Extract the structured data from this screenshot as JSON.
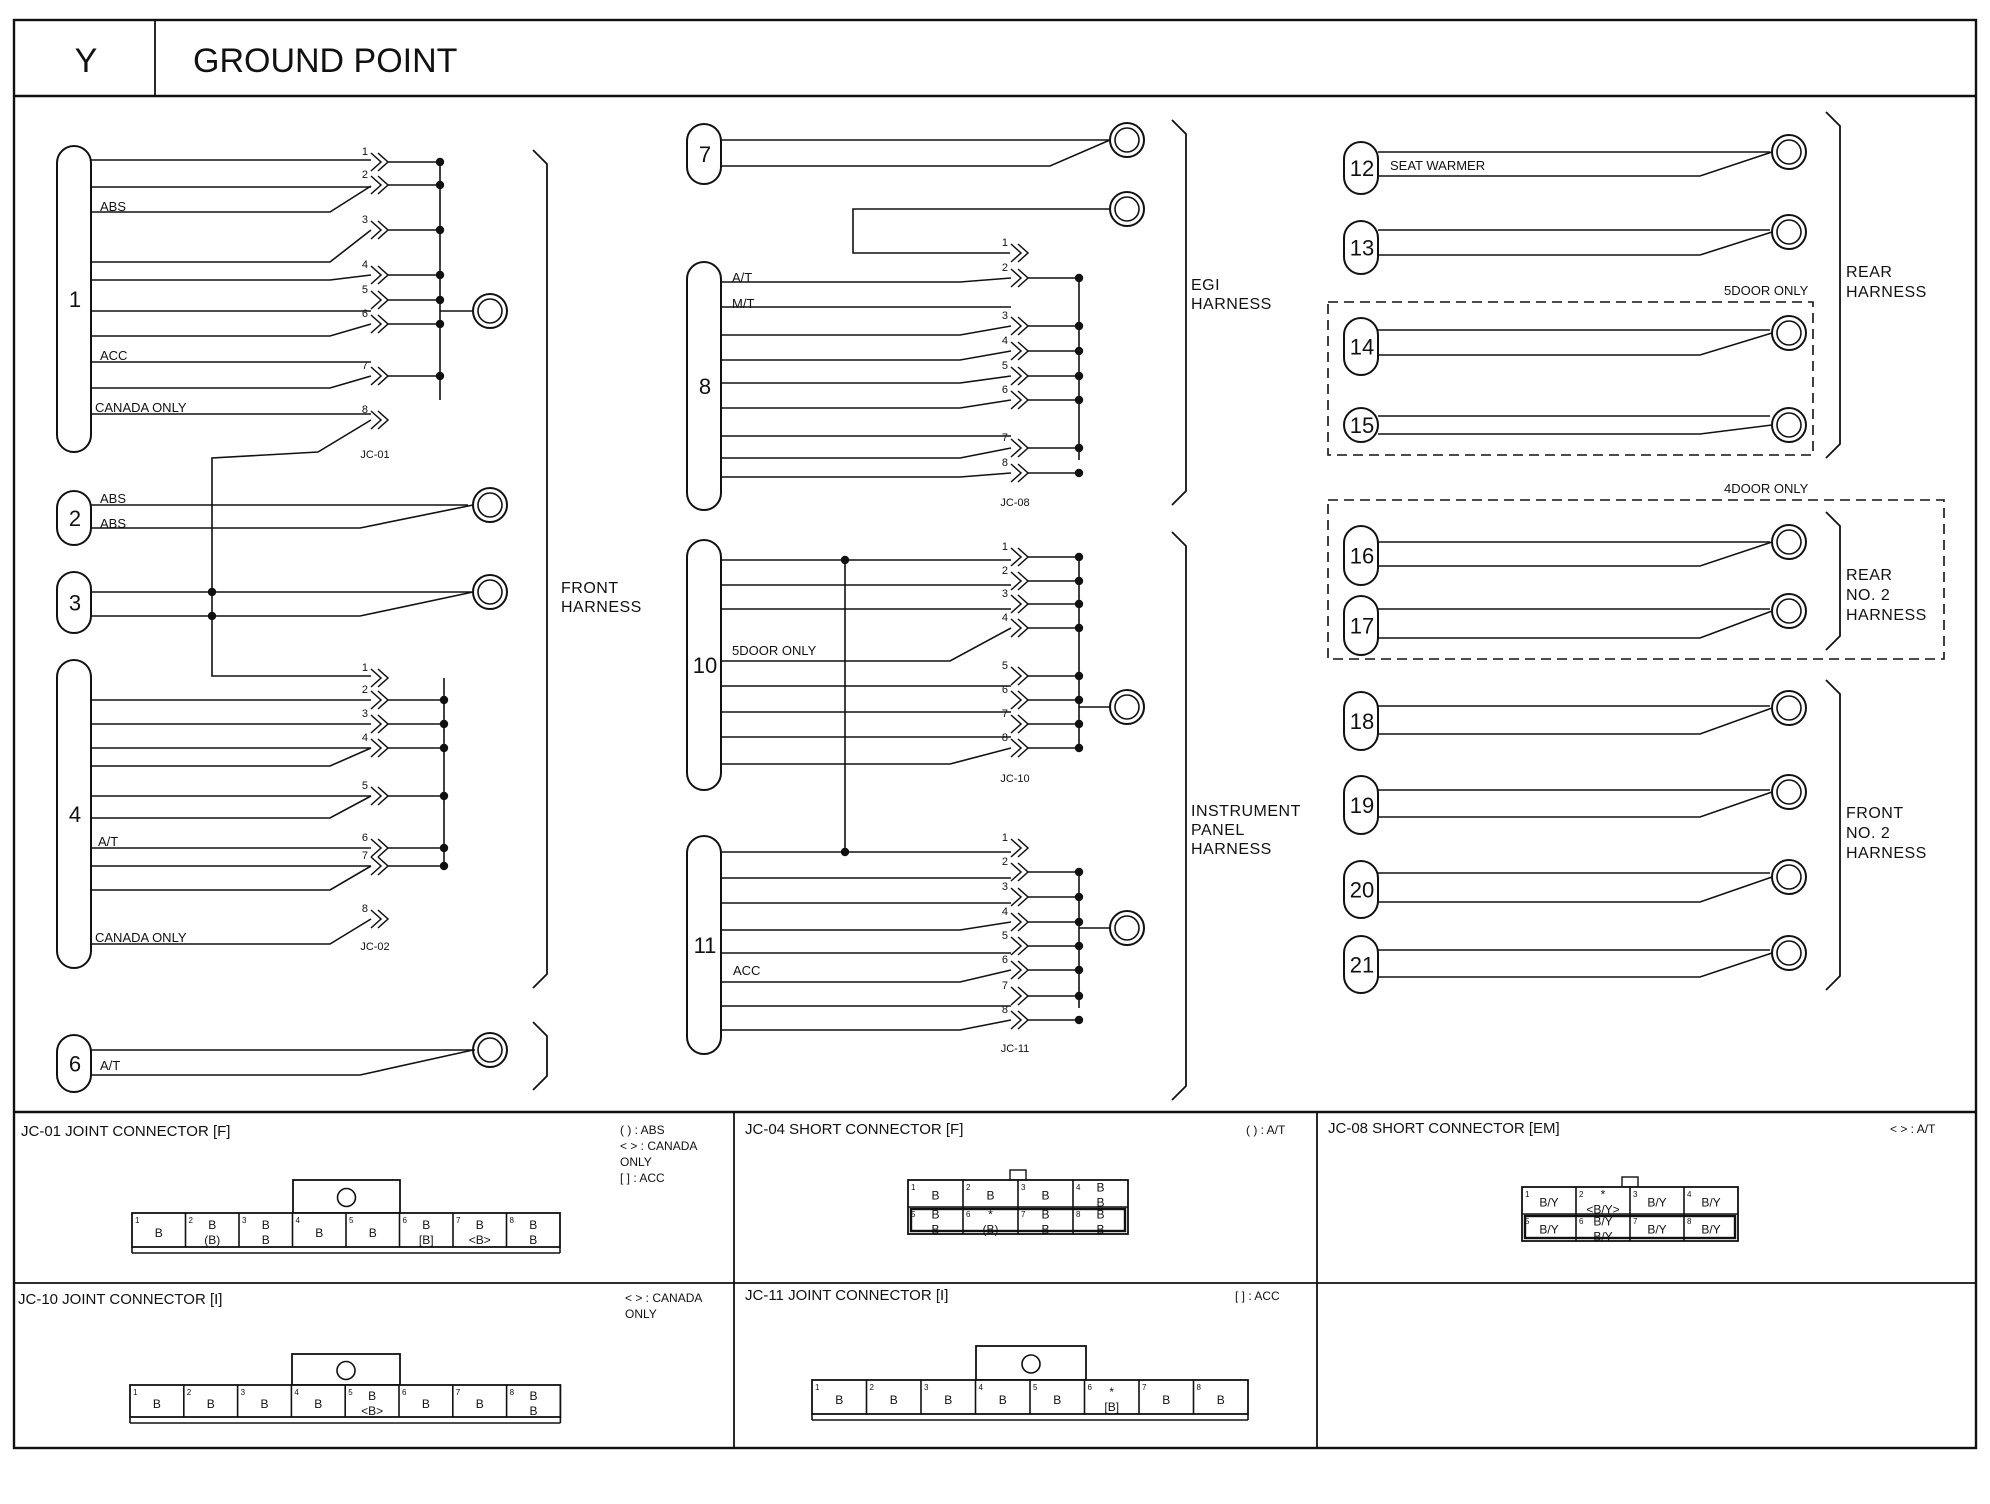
{
  "header": {
    "letter": "Y",
    "title": "GROUND POINT"
  },
  "harness_labels": [
    {
      "key": "front",
      "lines": [
        "FRONT",
        "HARNESS"
      ]
    },
    {
      "key": "egi",
      "lines": [
        "EGI",
        "HARNESS"
      ]
    },
    {
      "key": "ip",
      "lines": [
        "INSTRUMENT",
        "PANEL",
        "HARNESS"
      ]
    },
    {
      "key": "rear",
      "lines": [
        "REAR",
        "HARNESS"
      ]
    },
    {
      "key": "rear2",
      "lines": [
        "REAR",
        "NO. 2",
        "HARNESS"
      ]
    },
    {
      "key": "front2",
      "lines": [
        "FRONT",
        "NO. 2",
        "HARNESS"
      ]
    }
  ],
  "grounds": {
    "g1": {
      "id": "1",
      "labels": [
        "ABS",
        "ACC",
        "CANADA ONLY"
      ]
    },
    "g2": {
      "id": "2",
      "labels": [
        "ABS",
        "ABS"
      ]
    },
    "g3": {
      "id": "3"
    },
    "g4": {
      "id": "4",
      "labels": [
        "A/T",
        "CANADA ONLY"
      ]
    },
    "g6": {
      "id": "6",
      "labels": [
        "A/T"
      ]
    },
    "g7": {
      "id": "7"
    },
    "g8": {
      "id": "8",
      "labels": [
        "A/T",
        "M/T"
      ]
    },
    "g10": {
      "id": "10",
      "labels": [
        "5DOOR ONLY"
      ]
    },
    "g11": {
      "id": "11",
      "labels": [
        "ACC"
      ]
    },
    "g12": {
      "id": "12",
      "labels": [
        "SEAT WARMER"
      ]
    },
    "g13": {
      "id": "13"
    },
    "g14": {
      "id": "14"
    },
    "g15": {
      "id": "15"
    },
    "g16": {
      "id": "16"
    },
    "g17": {
      "id": "17"
    },
    "g18": {
      "id": "18"
    },
    "g19": {
      "id": "19"
    },
    "g20": {
      "id": "20"
    },
    "g21": {
      "id": "21"
    }
  },
  "box_labels": {
    "five_door": "5DOOR ONLY",
    "four_door": "4DOOR ONLY"
  },
  "junctions": {
    "jc01": {
      "name": "JC-01",
      "pins": [
        "1",
        "2",
        "3",
        "4",
        "5",
        "6",
        "7",
        "8"
      ]
    },
    "jc02": {
      "name": "JC-02",
      "pins": [
        "1",
        "2",
        "3",
        "4",
        "5",
        "6",
        "7",
        "8"
      ]
    },
    "jc08": {
      "name": "JC-08",
      "pins": [
        "1",
        "2",
        "3",
        "4",
        "5",
        "6",
        "7",
        "8"
      ]
    },
    "jc10": {
      "name": "JC-10",
      "pins": [
        "1",
        "2",
        "3",
        "4",
        "5",
        "6",
        "7",
        "8"
      ]
    },
    "jc11": {
      "name": "JC-11",
      "pins": [
        "1",
        "2",
        "3",
        "4",
        "5",
        "6",
        "7",
        "8"
      ]
    }
  },
  "connectors": {
    "jc01": {
      "title": "JC-01 JOINT CONNECTOR [F]",
      "legend": [
        "(     ) : ABS",
        "<     > : CANADA",
        "ONLY",
        "[     ] : ACC"
      ],
      "cells": [
        {
          "n": "1",
          "t": [
            "B"
          ]
        },
        {
          "n": "2",
          "t": [
            "B",
            "(B)"
          ]
        },
        {
          "n": "3",
          "t": [
            "B",
            "B"
          ]
        },
        {
          "n": "4",
          "t": [
            "B"
          ]
        },
        {
          "n": "5",
          "t": [
            "B"
          ]
        },
        {
          "n": "6",
          "t": [
            "B",
            "[B]"
          ]
        },
        {
          "n": "7",
          "t": [
            "B",
            "<B>"
          ]
        },
        {
          "n": "8",
          "t": [
            "B",
            "B"
          ]
        }
      ]
    },
    "jc04": {
      "title": "JC-04 SHORT CONNECTOR [F]",
      "legend": [
        "(     ) : A/T"
      ],
      "top": [
        {
          "n": "1",
          "t": [
            "B"
          ]
        },
        {
          "n": "2",
          "t": [
            "B"
          ]
        },
        {
          "n": "3",
          "t": [
            "B"
          ]
        },
        {
          "n": "4",
          "t": [
            "B",
            "B"
          ]
        }
      ],
      "bottom": [
        {
          "n": "5",
          "t": [
            "B",
            "B"
          ]
        },
        {
          "n": "6",
          "t": [
            "*",
            "(B)"
          ]
        },
        {
          "n": "7",
          "t": [
            "B",
            "B"
          ]
        },
        {
          "n": "8",
          "t": [
            "B",
            "B"
          ]
        }
      ]
    },
    "jc08": {
      "title": "JC-08 SHORT CONNECTOR [EM]",
      "legend": [
        "<     > : A/T"
      ],
      "top": [
        {
          "n": "1",
          "t": [
            "B/Y"
          ]
        },
        {
          "n": "2",
          "t": [
            "*",
            "<B/Y>"
          ]
        },
        {
          "n": "3",
          "t": [
            "B/Y"
          ]
        },
        {
          "n": "4",
          "t": [
            "B/Y"
          ]
        }
      ],
      "bottom": [
        {
          "n": "5",
          "t": [
            "B/Y"
          ]
        },
        {
          "n": "6",
          "t": [
            "B/Y",
            "B/Y"
          ]
        },
        {
          "n": "7",
          "t": [
            "B/Y"
          ]
        },
        {
          "n": "8",
          "t": [
            "B/Y"
          ]
        }
      ]
    },
    "jc10": {
      "title": "JC-10 JOINT CONNECTOR [I]",
      "legend": [
        "<     > : CANADA",
        "ONLY"
      ],
      "cells": [
        {
          "n": "1",
          "t": [
            "B"
          ]
        },
        {
          "n": "2",
          "t": [
            "B"
          ]
        },
        {
          "n": "3",
          "t": [
            "B"
          ]
        },
        {
          "n": "4",
          "t": [
            "B"
          ]
        },
        {
          "n": "5",
          "t": [
            "B",
            "<B>"
          ]
        },
        {
          "n": "6",
          "t": [
            "B"
          ]
        },
        {
          "n": "7",
          "t": [
            "B"
          ]
        },
        {
          "n": "8",
          "t": [
            "B",
            "B"
          ]
        }
      ]
    },
    "jc11": {
      "title": "JC-11 JOINT CONNECTOR [I]",
      "legend": [
        "[     ] : ACC"
      ],
      "cells": [
        {
          "n": "1",
          "t": [
            "B"
          ]
        },
        {
          "n": "2",
          "t": [
            "B"
          ]
        },
        {
          "n": "3",
          "t": [
            "B"
          ]
        },
        {
          "n": "4",
          "t": [
            "B"
          ]
        },
        {
          "n": "5",
          "t": [
            "B"
          ]
        },
        {
          "n": "6",
          "t": [
            "*",
            "[B]"
          ]
        },
        {
          "n": "7",
          "t": [
            "B"
          ]
        },
        {
          "n": "8",
          "t": [
            "B"
          ]
        }
      ]
    }
  }
}
